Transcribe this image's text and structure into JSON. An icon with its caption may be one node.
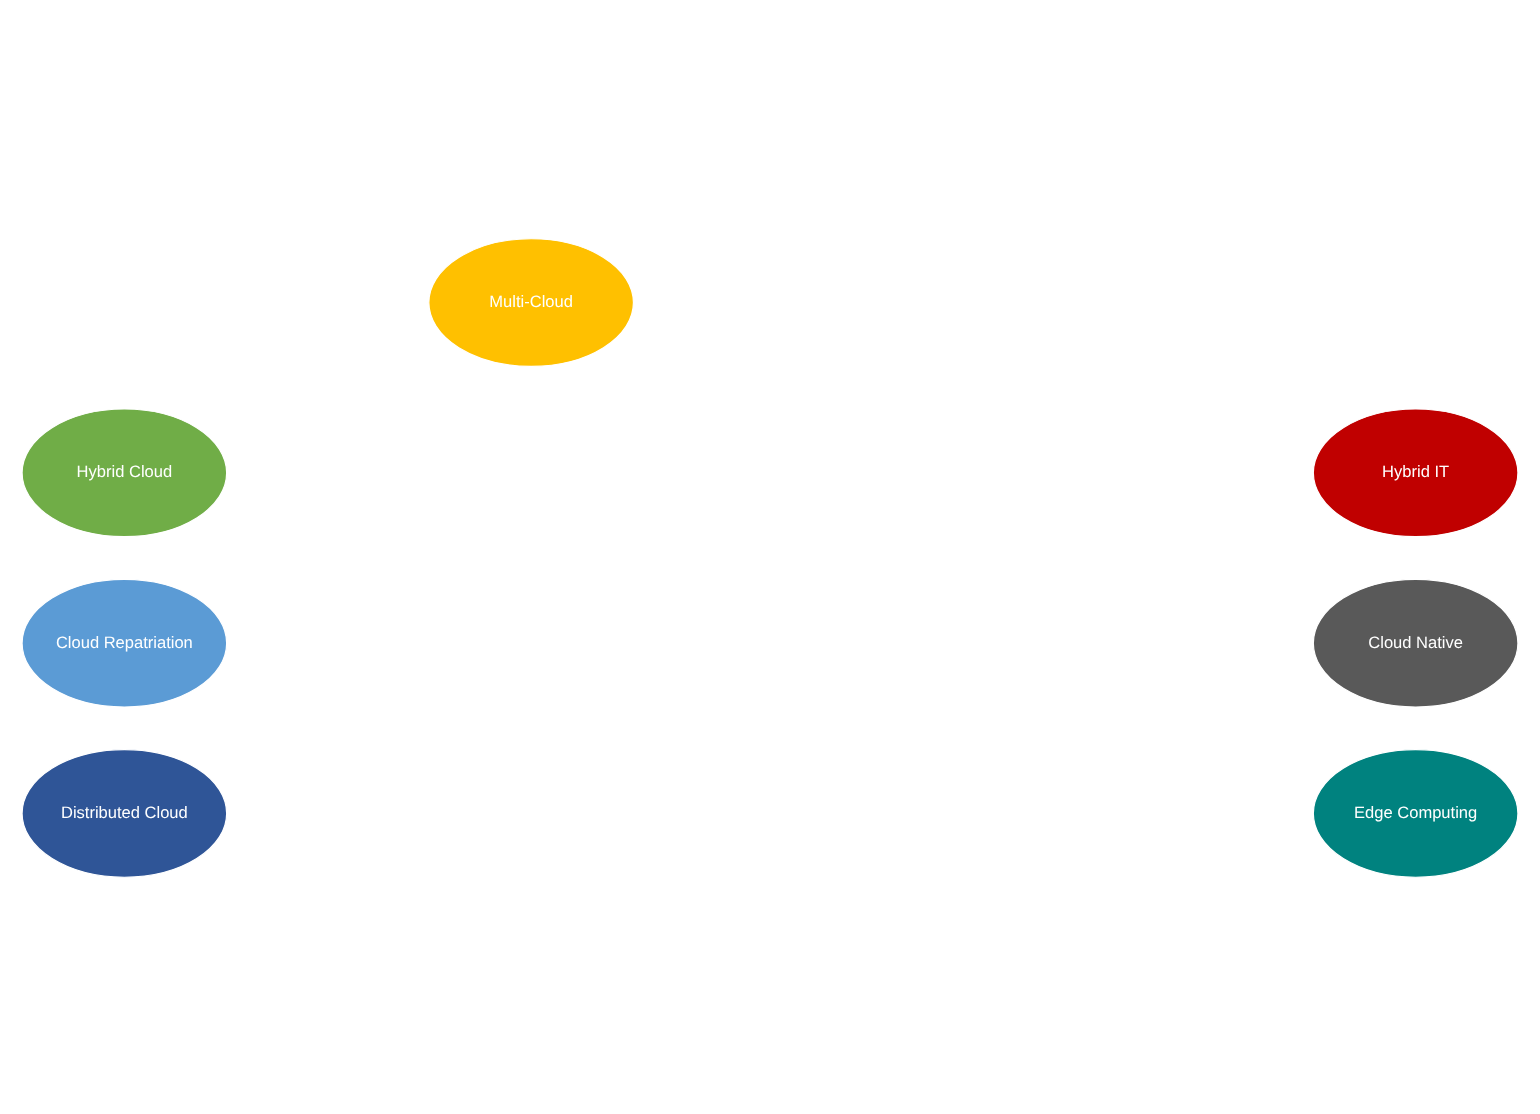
{
  "diagram": {
    "nodes": [
      {
        "text": [
          "Multi-Cloud"
        ]
      },
      {
        "text": [
          "Hybrid Cloud"
        ]
      },
      {
        "text": [
          "Hybrid IT"
        ]
      },
      {
        "text": [
          "Cloud Repatriation"
        ]
      },
      {
        "text": [
          "Cloud Native"
        ]
      },
      {
        "text": [
          "Distributed Cloud"
        ]
      },
      {
        "text": [
          "Edge Computing"
        ]
      }
    ]
  }
}
